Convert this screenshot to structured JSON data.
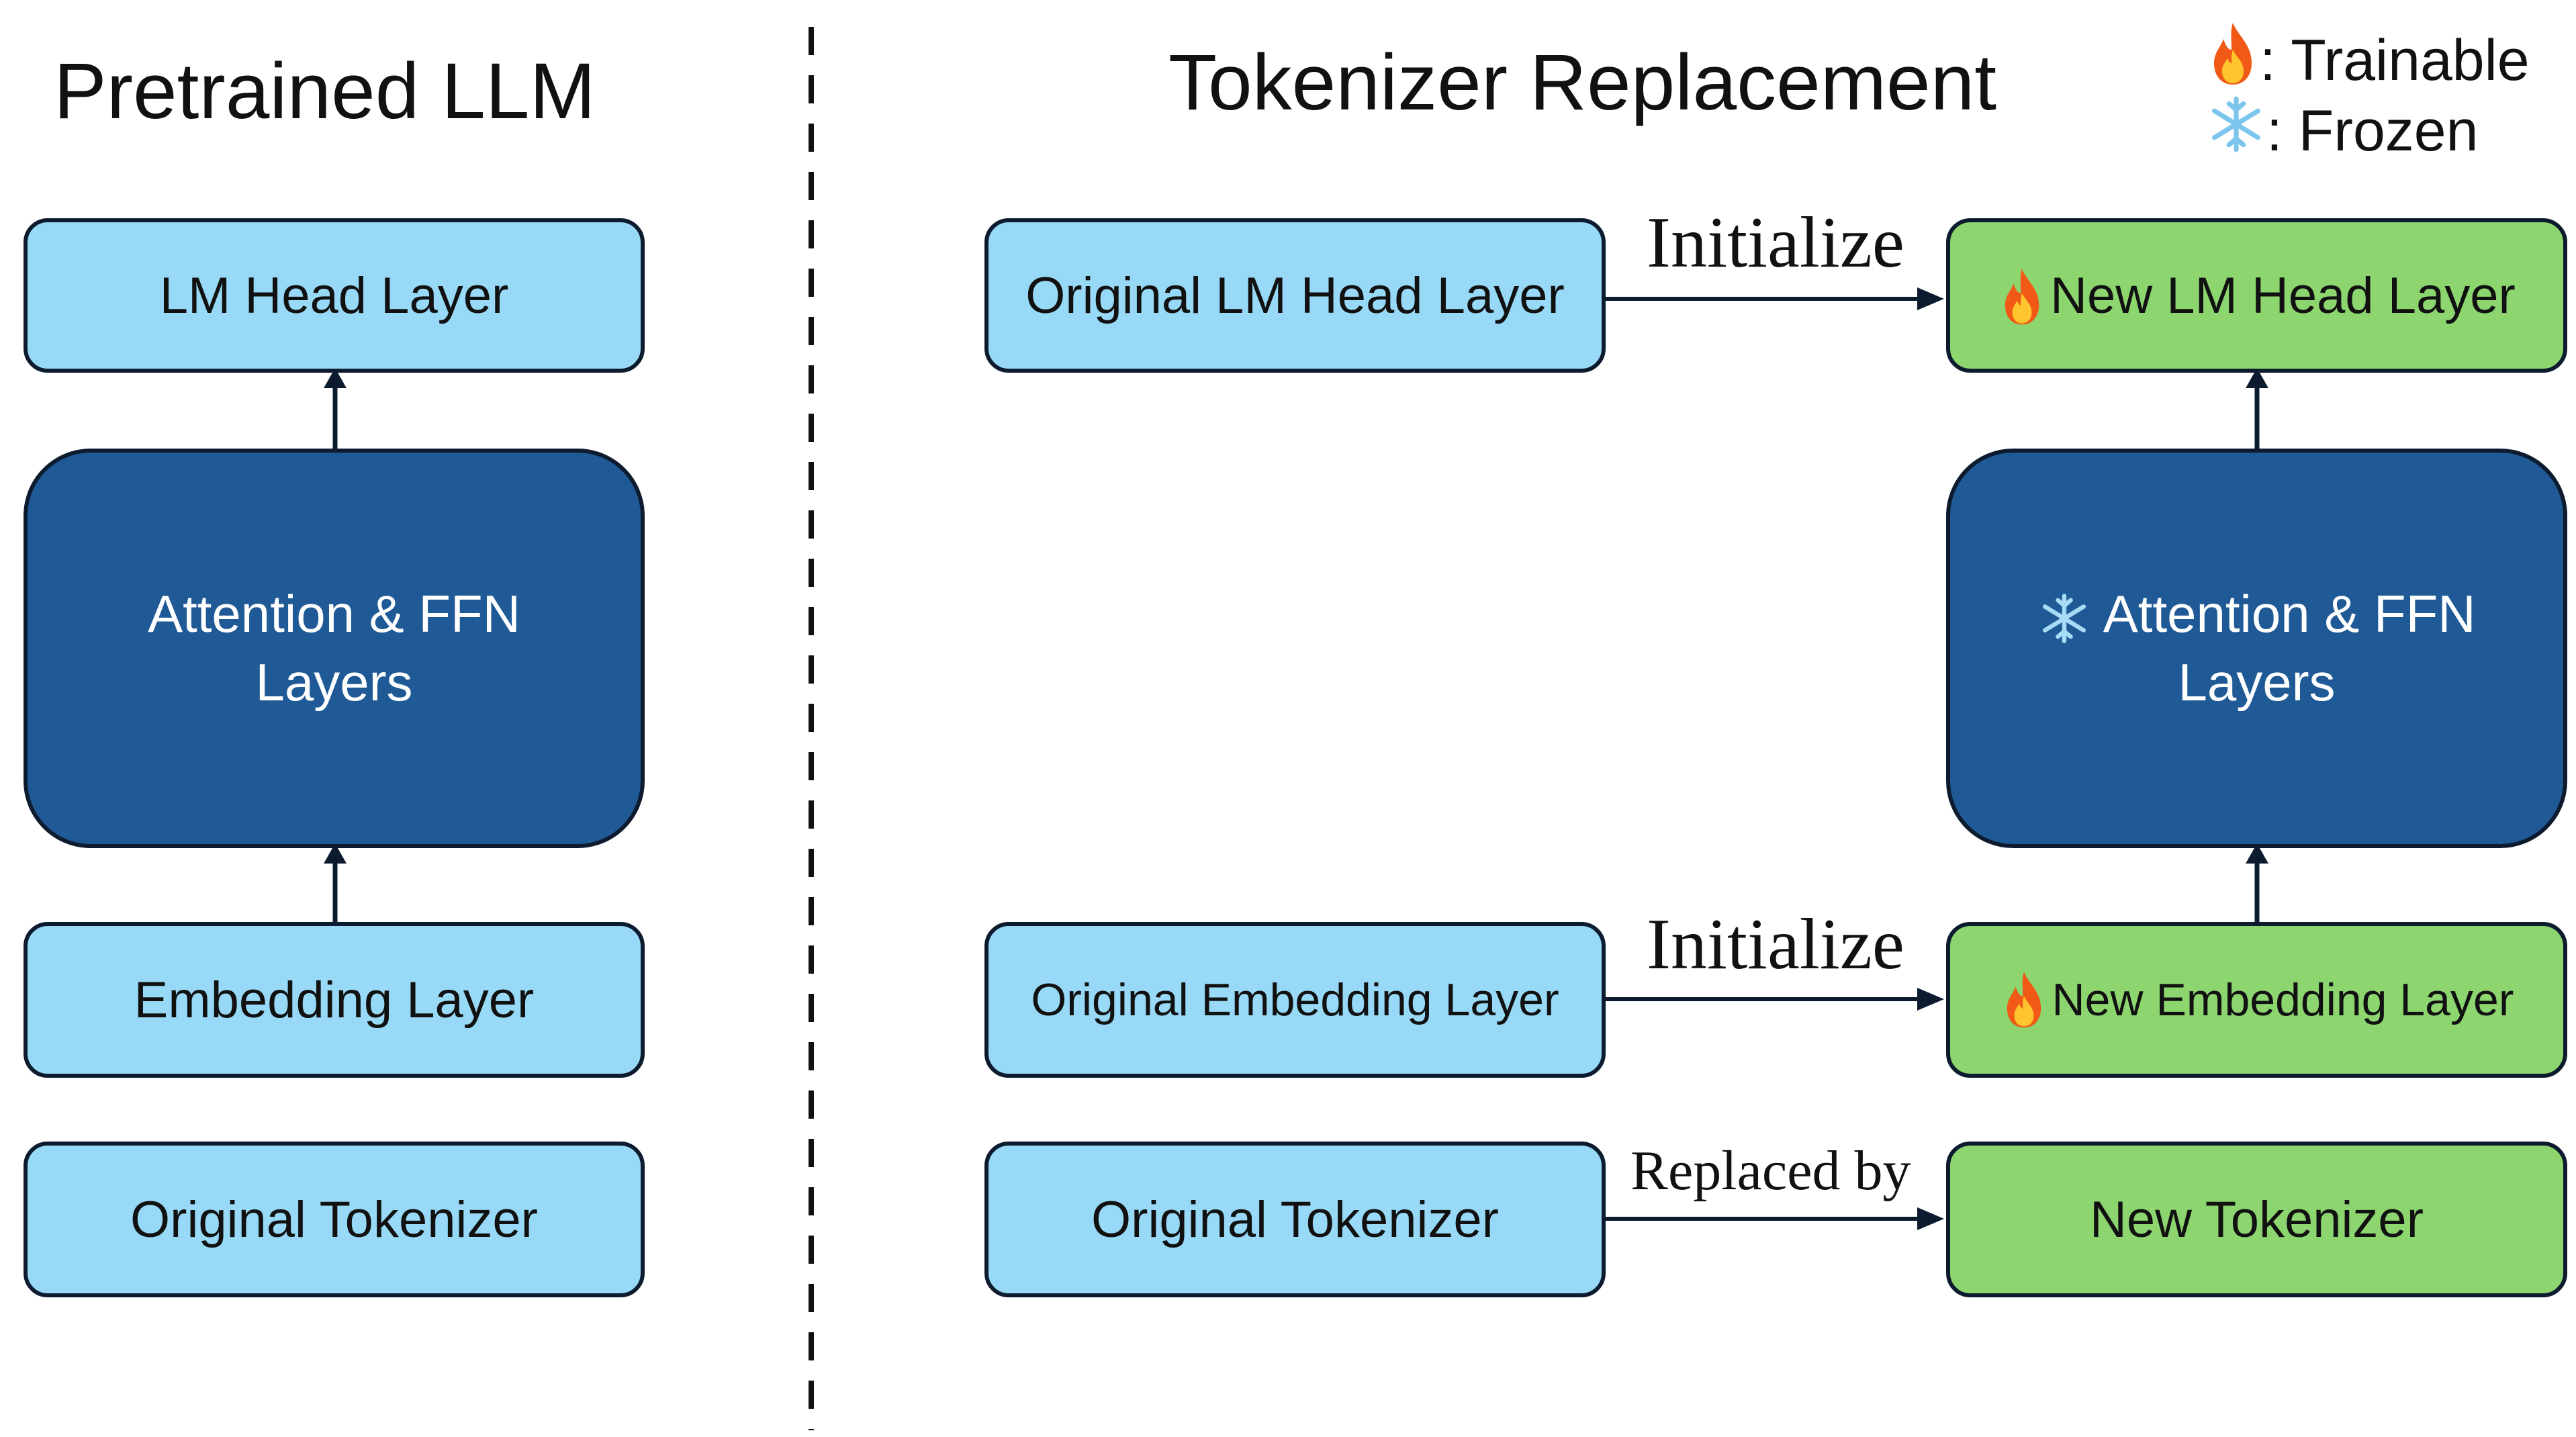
{
  "left": {
    "title": "Pretrained LLM",
    "lm_head": "LM Head Layer",
    "attention_line1": "Attention & FFN",
    "attention_line2": "Layers",
    "embedding": "Embedding Layer",
    "tokenizer": "Original Tokenizer"
  },
  "right": {
    "title": "Tokenizer Replacement",
    "orig_lm_head": "Original LM Head Layer",
    "new_lm_head": "New LM Head Layer",
    "attention_line1": "Attention & FFN",
    "attention_line2": "Layers",
    "orig_embedding": "Original Embedding Layer",
    "new_embedding": "New Embedding Layer",
    "orig_tokenizer": "Original Tokenizer",
    "new_tokenizer": "New Tokenizer",
    "edge_initialize_head": "Initialize",
    "edge_initialize_embedding": "Initialize",
    "edge_replaced_by": "Replaced by"
  },
  "legend": {
    "trainable_label": ": Trainable",
    "frozen_label": ": Frozen",
    "trainable_icon": "fire-icon",
    "frozen_icon": "snowflake-icon"
  },
  "colors": {
    "light_blue": "#97d9f6",
    "dark_blue": "#1f5a96",
    "green": "#8cd56f",
    "border": "#0d1b2e"
  }
}
